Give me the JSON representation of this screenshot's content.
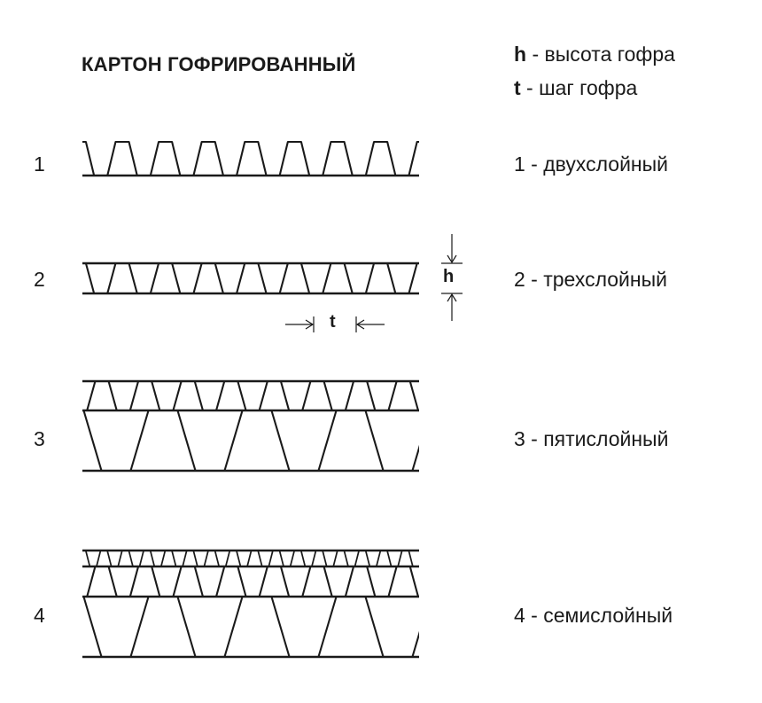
{
  "title": "КАРТОН ГОФРИРОВАННЫЙ",
  "legend": [
    {
      "symbol": "h",
      "text": " - высота гофра"
    },
    {
      "symbol": "t",
      "text": " - шаг гофра"
    }
  ],
  "rows": [
    {
      "number": "1",
      "description": "1 - двухслойный"
    },
    {
      "number": "2",
      "description": "2 - трехслойный"
    },
    {
      "number": "3",
      "description": "3 - пятислойный"
    },
    {
      "number": "4",
      "description": "4 - семислойный"
    }
  ],
  "dimensions": {
    "height_label": "h",
    "pitch_label": "t"
  },
  "colors": {
    "line": "#1a1a1a",
    "background": "#ffffff"
  }
}
